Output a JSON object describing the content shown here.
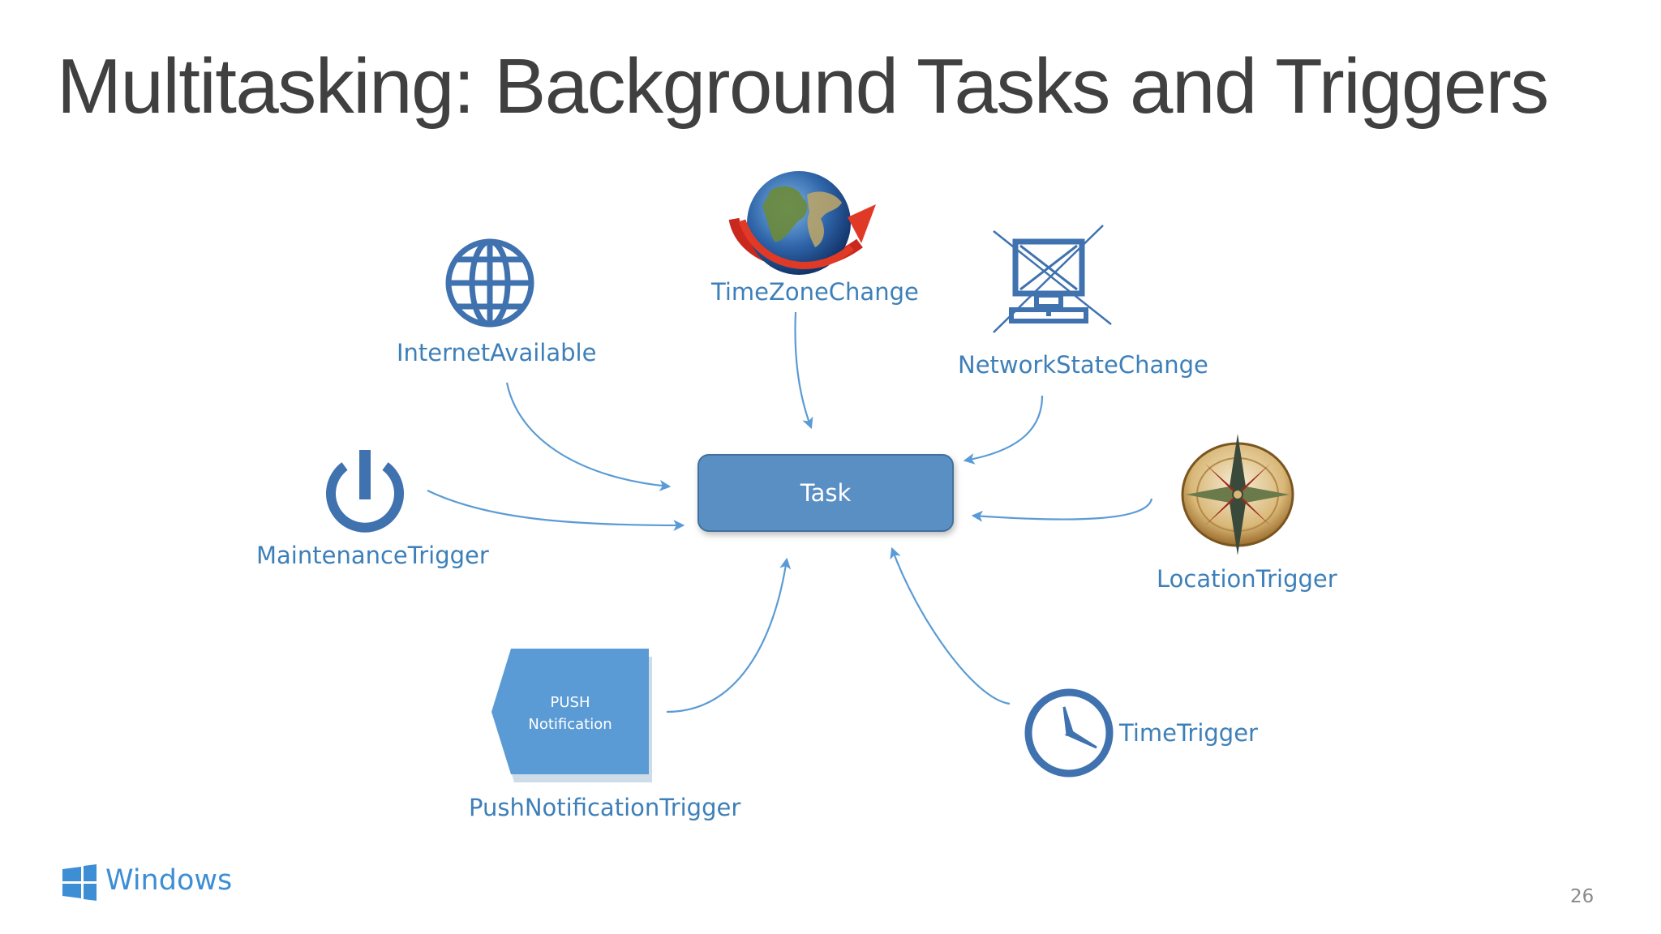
{
  "slide": {
    "title": "Multitasking: Background Tasks and Triggers",
    "page_number": "26",
    "brand": "Windows"
  },
  "diagram": {
    "center": "Task",
    "push_text_line1": "PUSH",
    "push_text_line2": "Notification",
    "triggers": {
      "internet": "InternetAvailable",
      "timezone": "TimeZoneChange",
      "network": "NetworkStateChange",
      "maintenance": "MaintenanceTrigger",
      "location": "LocationTrigger",
      "push": "PushNotificationTrigger",
      "time": "TimeTrigger"
    }
  },
  "colors": {
    "accent": "#3d7fb8",
    "task_fill": "#5a8fc4",
    "push_fill": "#5b9bd5",
    "title": "#404040",
    "windows_blue": "#3d8ed4"
  }
}
